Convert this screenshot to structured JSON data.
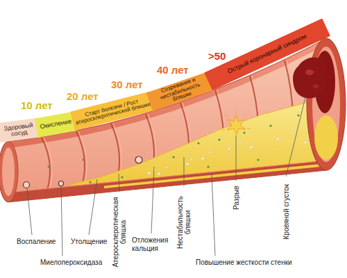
{
  "diagram": {
    "nodes": [
      {
        "text": [
          "Здоровый сосуд"
        ]
      },
      {
        "text": [
          "Окисление"
        ]
      },
      {
        "text": [
          "Старт болезни / Рост атеросклеротической бляшки"
        ]
      },
      {
        "text": [
          "Созревание и нестабильность бляшки"
        ]
      },
      {
        "text": [
          "Острый коронарный синдром"
        ]
      }
    ],
    "labels": [
      "10 лет",
      "20 лет",
      "30 лет",
      "40 лет",
      ">50",
      "Воспаление",
      "Миелопероксидаза",
      "Утолщение",
      "Атеросклеротическая бляшка",
      "Отложения кальция",
      "Нестабильность бляшки",
      "Повышение жесткости стенки",
      "Разрыв",
      "Кровяной сгусток"
    ]
  }
}
